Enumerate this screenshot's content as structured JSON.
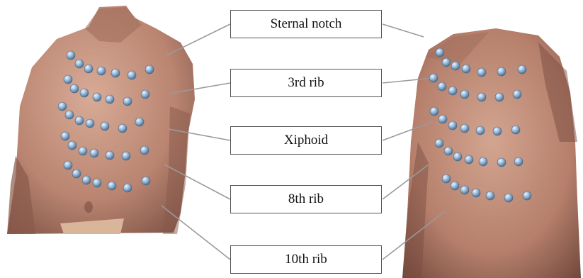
{
  "labels": {
    "sternal_notch": "Sternal notch",
    "rib_3": "3rd rib",
    "xiphoid": "Xiphoid",
    "rib_8": "8th rib",
    "rib_10": "10th rib"
  },
  "colors": {
    "skin_light": "#c99a85",
    "skin_mid": "#b07d6a",
    "skin_dark": "#7a4f43",
    "electrode": "#8fb3d6",
    "electrode_highlight": "#e6f0fa",
    "leader_line": "#9a9a9a",
    "box_border": "#555555"
  }
}
